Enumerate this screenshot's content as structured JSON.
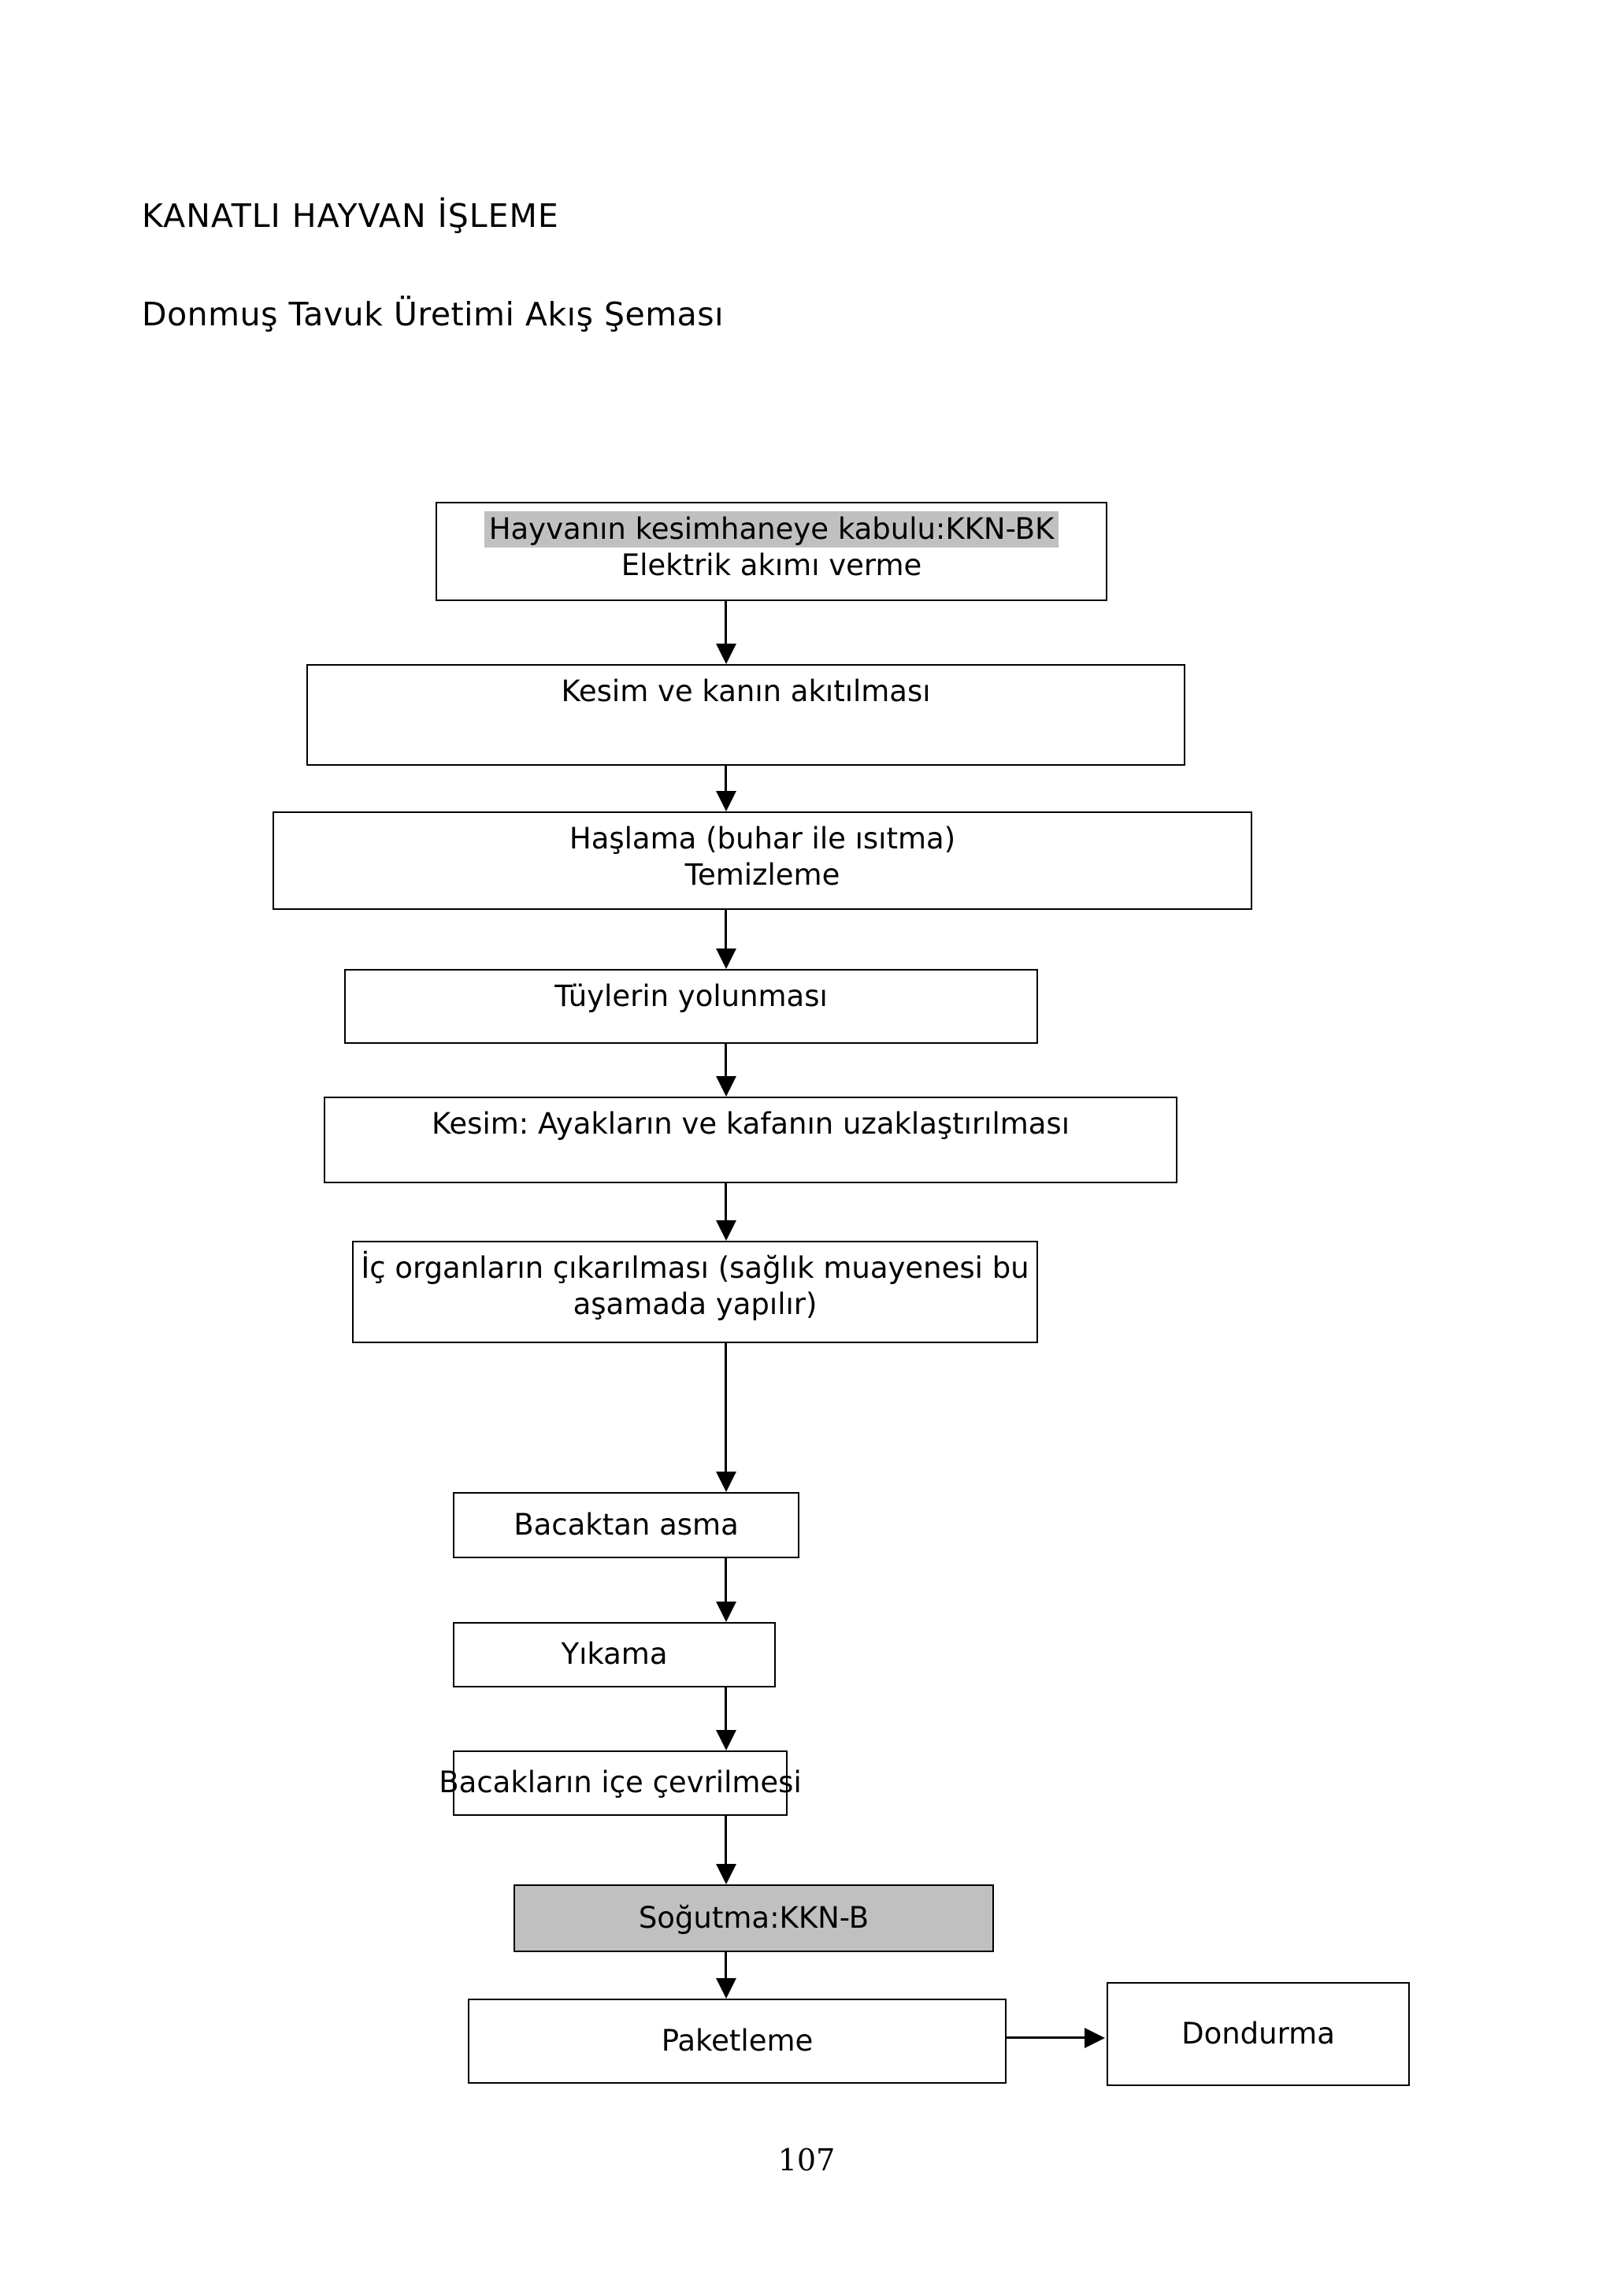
{
  "document": {
    "title": "KANATLI HAYVAN İŞLEME",
    "subtitle": "Donmuş Tavuk Üretimi Akış Şeması",
    "page_number": "107",
    "colors": {
      "highlight": "#c0c0c0",
      "line": "#000000",
      "background": "#ffffff"
    }
  },
  "flowchart": {
    "nodes": [
      {
        "id": "kabul",
        "line1": "Hayvanın kesimhaneye kabulu:KKN-BK",
        "line2": "Elektrik akımı verme"
      },
      {
        "id": "kesim-kan",
        "line1": "Kesim ve kanın akıtılması"
      },
      {
        "id": "haslama",
        "line1": "Haşlama (buhar ile  ısıtma)",
        "line2": "Temizleme"
      },
      {
        "id": "tuy-yolma",
        "line1": "Tüylerin yolunması"
      },
      {
        "id": "ayak-kafa",
        "line1": "Kesim: Ayakların ve kafanın uzaklaştırılması"
      },
      {
        "id": "ic-organ",
        "line1": "İç organların çıkarılması (sağlık muayenesi bu",
        "line2": "aşamada yapılır)"
      },
      {
        "id": "bacaktan-asma",
        "line1": "Bacaktan asma"
      },
      {
        "id": "yikama",
        "line1": "Yıkama"
      },
      {
        "id": "bacak-cevirme",
        "line1": "Bacakların içe çevrilmesi"
      },
      {
        "id": "sogutma",
        "line1": "Soğutma:KKN-B"
      },
      {
        "id": "paketleme",
        "line1": "Paketleme"
      },
      {
        "id": "dondurma",
        "line1": "Dondurma"
      }
    ]
  }
}
